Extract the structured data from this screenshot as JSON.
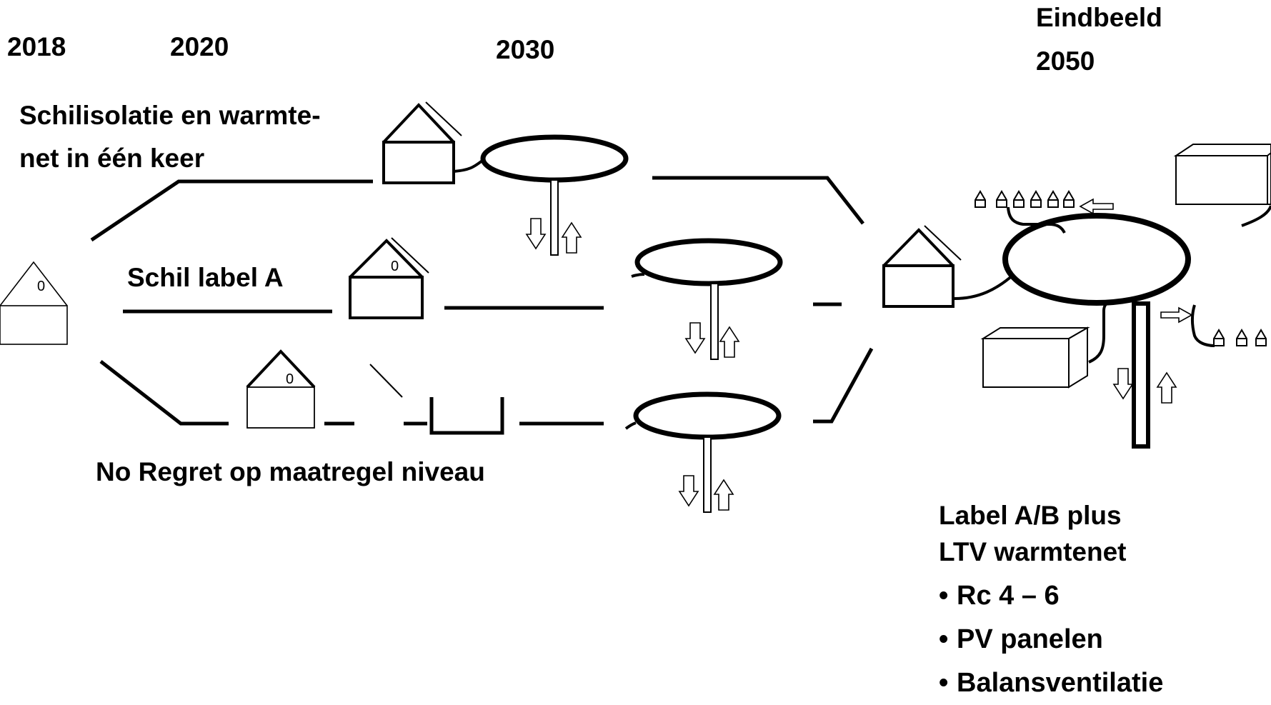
{
  "years": {
    "y2018": "2018",
    "y2020": "2020",
    "y2030": "2030",
    "end_line1": "Eindbeeld",
    "end_line2": "2050"
  },
  "paths": {
    "top": {
      "line1": "Schilisolatie en warmte-",
      "line2": "net in één keer"
    },
    "middle": {
      "label": "Schil label A"
    },
    "bottom": {
      "label": "No Regret op maatregel niveau"
    }
  },
  "end_state": {
    "title_line1": "Label A/B plus",
    "title_line2": "LTV warmtenet",
    "bullet_char": "•",
    "items": [
      "Rc 4 – 6",
      "PV panelen",
      "Balansventilatie"
    ]
  }
}
